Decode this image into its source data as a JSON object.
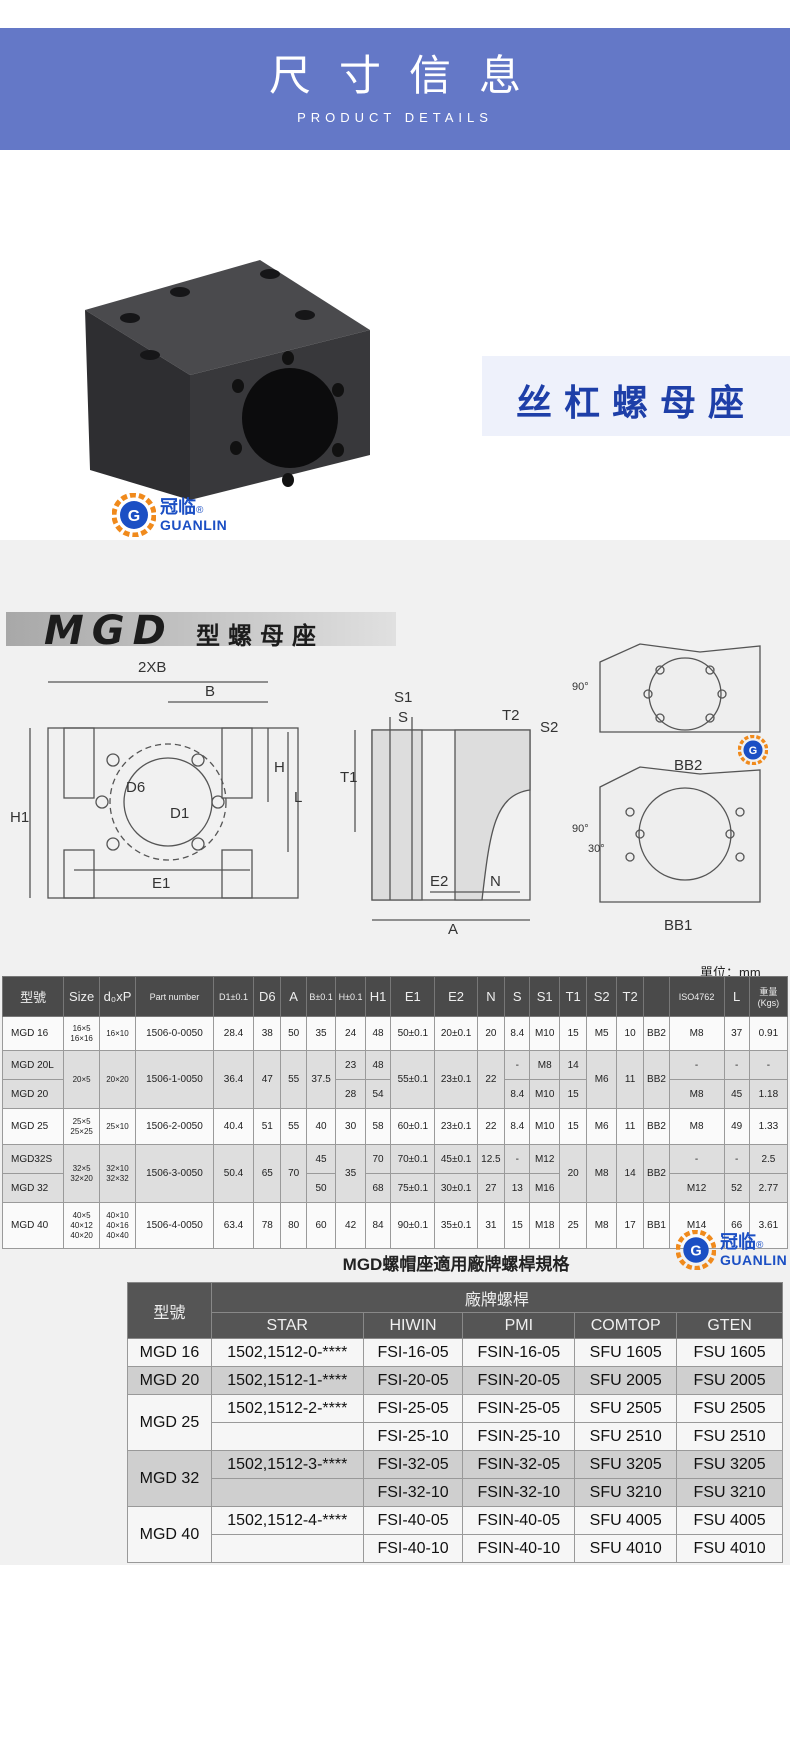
{
  "header": {
    "title": "尺寸信息",
    "subtitle": "PRODUCT   DETAILS",
    "bg_color": "#6478c7"
  },
  "brand": {
    "cn": "冠临",
    "en": "GUANLIN",
    "reg": "®",
    "logo_letter": "G"
  },
  "product_title": "丝杠螺母座",
  "section": {
    "code": "MGD",
    "label": "型螺母座"
  },
  "drawing_labels": {
    "twoxb": "2XB",
    "b": "B",
    "h1": "H1",
    "h": "H",
    "l": "L",
    "d6": "D6",
    "d1": "D1",
    "e1": "E1",
    "s1": "S1",
    "s": "S",
    "t1": "T1",
    "t2": "T2",
    "s2": "S2",
    "e2": "E2",
    "n": "N",
    "a": "A",
    "bb2": "BB2",
    "bb1": "BB1",
    "deg90a": "90°",
    "deg90b": "90°",
    "deg30": "30°"
  },
  "unit": "單位：mm",
  "spec_table": {
    "headers": [
      "型號",
      "Size",
      "d₀xP",
      "Part number",
      "D1±0.1",
      "D6",
      "A",
      "B±0.1",
      "H±0.1",
      "H1",
      "E1",
      "E2",
      "N",
      "S",
      "S1",
      "T1",
      "S2",
      "T2",
      "",
      "ISO4762",
      "L",
      "重量(Kgs)"
    ],
    "r1": {
      "model": "MGD 16",
      "size": "16×5 16×16",
      "dxp": "16×10",
      "part": "1506-0-0050",
      "d1": "28.4",
      "d6": "38",
      "a": "50",
      "b": "35",
      "h": "24",
      "h1": "48",
      "e1": "50±0.1",
      "e2": "20±0.1",
      "n": "20",
      "s": "8.4",
      "s1": "M10",
      "t1": "15",
      "s2": "M5",
      "t2": "10",
      "bb": "BB2",
      "iso": "M8",
      "l": "37",
      "w": "0.91"
    },
    "r2": {
      "model": "MGD 20L",
      "size": "20×5",
      "dxp": "20×20",
      "part": "1506-1-0050",
      "d1": "36.4",
      "d6": "47",
      "a": "55",
      "b": "37.5",
      "h": "23",
      "h1": "48",
      "e1": "55±0.1",
      "e2": "23±0.1",
      "n": "22",
      "s": "-",
      "s1": "M8",
      "t1": "14",
      "s2": "M6",
      "t2": "11",
      "bb": "BB2",
      "iso": "-",
      "l": "-",
      "w": "-"
    },
    "r3": {
      "model": "MGD 20",
      "h": "28",
      "h1": "54",
      "s": "8.4",
      "s1": "M10",
      "t1": "15",
      "iso": "M8",
      "l": "45",
      "w": "1.18"
    },
    "r4": {
      "model": "MGD 25",
      "size": "25×5 25×25",
      "dxp": "25×10",
      "part": "1506-2-0050",
      "d1": "40.4",
      "d6": "51",
      "a": "55",
      "b": "40",
      "h": "30",
      "h1": "58",
      "e1": "60±0.1",
      "e2": "23±0.1",
      "n": "22",
      "s": "8.4",
      "s1": "M10",
      "t1": "15",
      "s2": "M6",
      "t2": "11",
      "bb": "BB2",
      "iso": "M8",
      "l": "49",
      "w": "1.33"
    },
    "r5": {
      "model": "MGD32S",
      "size": "32×5 32×20",
      "dxp": "32×10 32×32",
      "part": "1506-3-0050",
      "d1": "50.4",
      "d6": "65",
      "a": "70",
      "b": "45",
      "h": "35",
      "h1": "70",
      "e1": "70±0.1",
      "e2": "45±0.1",
      "n": "12.5",
      "s": "-",
      "s1": "M12",
      "t1": "20",
      "s2": "M8",
      "t2": "14",
      "bb": "BB2",
      "iso": "-",
      "l": "-",
      "w": "2.5"
    },
    "r6": {
      "model": "MGD 32",
      "b": "50",
      "h1": "68",
      "e1": "75±0.1",
      "e2": "30±0.1",
      "n": "27",
      "s": "13",
      "s1": "M16",
      "iso": "M12",
      "l": "52",
      "w": "2.77"
    },
    "r7": {
      "model": "MGD 40",
      "size": "40×5 40×12 40×20",
      "dxp": "40×10 40×16 40×40",
      "part": "1506-4-0050",
      "d1": "63.4",
      "d6": "78",
      "a": "80",
      "b": "60",
      "h": "42",
      "h1": "84",
      "e1": "90±0.1",
      "e2": "35±0.1",
      "n": "31",
      "s": "15",
      "s1": "M18",
      "t1": "25",
      "s2": "M8",
      "t2": "17",
      "bb": "BB1",
      "iso": "M14",
      "l": "66",
      "w": "3.61"
    }
  },
  "brand_table": {
    "title": "MGD螺帽座適用廠牌螺桿規格",
    "h_model": "型號",
    "h_group": "廠牌螺桿",
    "cols": [
      "STAR",
      "HIWIN",
      "PMI",
      "COMTOP",
      "GTEN"
    ],
    "rows": [
      {
        "model": "MGD 16",
        "star": "1502,1512-0-****",
        "hiwin": "FSI-16-05",
        "pmi": "FSIN-16-05",
        "comtop": "SFU 1605",
        "gten": "FSU 1605"
      },
      {
        "model": "MGD 20",
        "star": "1502,1512-1-****",
        "hiwin": "FSI-20-05",
        "pmi": "FSIN-20-05",
        "comtop": "SFU 2005",
        "gten": "FSU 2005"
      },
      {
        "model": "MGD 25",
        "star": "1502,1512-2-****",
        "hiwin": "FSI-25-05",
        "pmi": "FSIN-25-05",
        "comtop": "SFU 2505",
        "gten": "FSU 2505"
      },
      {
        "hiwin": "FSI-25-10",
        "pmi": "FSIN-25-10",
        "comtop": "SFU 2510",
        "gten": "FSU 2510"
      },
      {
        "model": "MGD 32",
        "star": "1502,1512-3-****",
        "hiwin": "FSI-32-05",
        "pmi": "FSIN-32-05",
        "comtop": "SFU 3205",
        "gten": "FSU 3205"
      },
      {
        "hiwin": "FSI-32-10",
        "pmi": "FSIN-32-10",
        "comtop": "SFU 3210",
        "gten": "FSU 3210"
      },
      {
        "model": "MGD 40",
        "star": "1502,1512-4-****",
        "hiwin": "FSI-40-05",
        "pmi": "FSIN-40-05",
        "comtop": "SFU 4005",
        "gten": "FSU 4005"
      },
      {
        "hiwin": "FSI-40-10",
        "pmi": "FSIN-40-10",
        "comtop": "SFU 4010",
        "gten": "FSU 4010"
      }
    ]
  }
}
